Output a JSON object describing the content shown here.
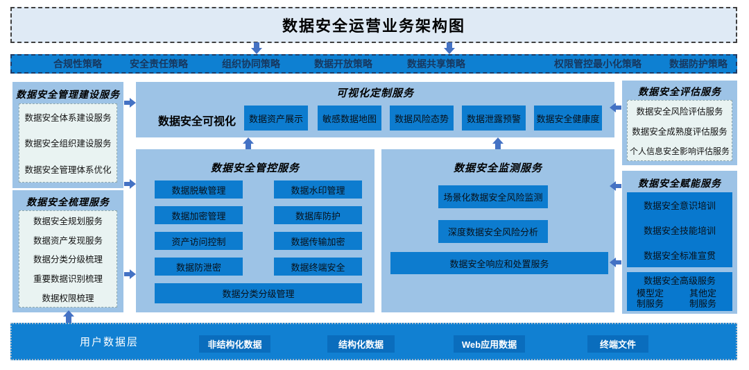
{
  "title": "数据安全运营业务架构图",
  "policy_bar": {
    "items": [
      "合规性策略",
      "安全责任策略",
      "组织协同策略",
      "数据开放策略",
      "数据共享策略",
      "权限管控最小化策略",
      "数据防护策略"
    ]
  },
  "left_column": {
    "management_box": {
      "title": "数据安全管理建设服务",
      "items": [
        "数据安全体系建设服务",
        "数据安全组织建设服务",
        "数据安全管理体系优化"
      ]
    },
    "combing_box": {
      "title": "数据安全梳理服务",
      "items": [
        "数据安全规划服务",
        "数据资产发现服务",
        "数据分类分级梳理",
        "重要数据识别梳理",
        "数据权限梳理"
      ]
    }
  },
  "visualization_box": {
    "title": "可视化定制服务",
    "label": "数据安全可视化",
    "items": [
      "数据资产展示",
      "敏感数据地图",
      "数据风险态势",
      "数据泄露预警",
      "数据安全健康度"
    ]
  },
  "control_box": {
    "title": "数据安全管控服务",
    "col1": [
      "数据脱敏管理",
      "数据加密管理",
      "资产访问控制",
      "数据防泄密"
    ],
    "col2": [
      "数据水印管理",
      "数据库防护",
      "数据传输加密",
      "数据终端安全"
    ],
    "wide": "数据分类分级管理"
  },
  "monitoring_box": {
    "title": "数据安全监测服务",
    "items": [
      "场景化数据安全风险监测",
      "深度数据安全风险分析"
    ],
    "wide": "数据安全响应和处置服务"
  },
  "right_column": {
    "assessment_box": {
      "title": "数据安全评估服务",
      "items": [
        "数据安全风险评估服务",
        "数据安全成熟度评估服务",
        "个人信息安全影响评估服务"
      ]
    },
    "enablement_box": {
      "title": "数据安全赋能服务",
      "items": [
        "数据安全意识培训",
        "数据安全技能培训",
        "数据安全标准宣贯"
      ],
      "advanced_title": "数据安全高级服务",
      "advanced_items": [
        "模型定制服务",
        "其他定制服务"
      ]
    }
  },
  "bottom_bar": {
    "label": "用户数据层",
    "items": [
      "非结构化数据",
      "结构化数据",
      "Web应用数据",
      "终端文件"
    ]
  },
  "colors": {
    "arrow_blue": "#4472c4",
    "container_light_blue": "#9dc3e6",
    "button_blue": "#0d7ccf",
    "policy_bar_blue": "#0e80d2",
    "bottom_bar_blue": "#1180d2",
    "bottom_button_blue": "#0a6dbd",
    "banner_bg": "#dfeaf5",
    "inner_pale": "#e9f3f2",
    "policy_text_navy": "#17375e"
  }
}
